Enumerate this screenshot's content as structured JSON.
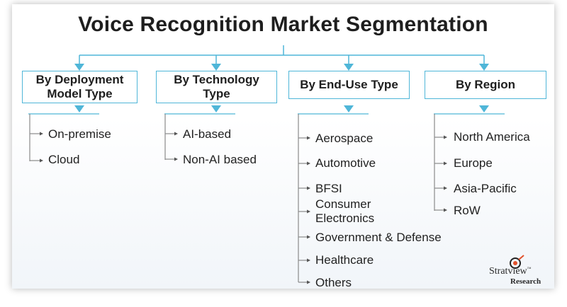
{
  "title": "Voice Recognition Market Segmentation",
  "segments": [
    {
      "heading_line1": "By Deployment",
      "heading_line2": "Model Type",
      "items": [
        "On-premise",
        "Cloud"
      ]
    },
    {
      "heading_line1": "By Technology",
      "heading_line2": "Type",
      "items": [
        "AI-based",
        "Non-AI based"
      ]
    },
    {
      "heading_line1": "By End-Use Type",
      "heading_line2": "",
      "items": [
        "Aerospace",
        "Automotive",
        "BFSI",
        "Consumer",
        "Electronics",
        "Government & Defense",
        "Healthcare",
        "Others"
      ]
    },
    {
      "heading_line1": "By Region",
      "heading_line2": "",
      "items": [
        "North America",
        "Europe",
        "Asia-Pacific",
        "RoW"
      ]
    }
  ],
  "logo": {
    "name": "Stratview",
    "tm": "™",
    "sub": "Research"
  },
  "colors": {
    "connector": "#4fb6d8",
    "bullet_line": "#8a8a8a",
    "title": "#1e1e1e"
  }
}
